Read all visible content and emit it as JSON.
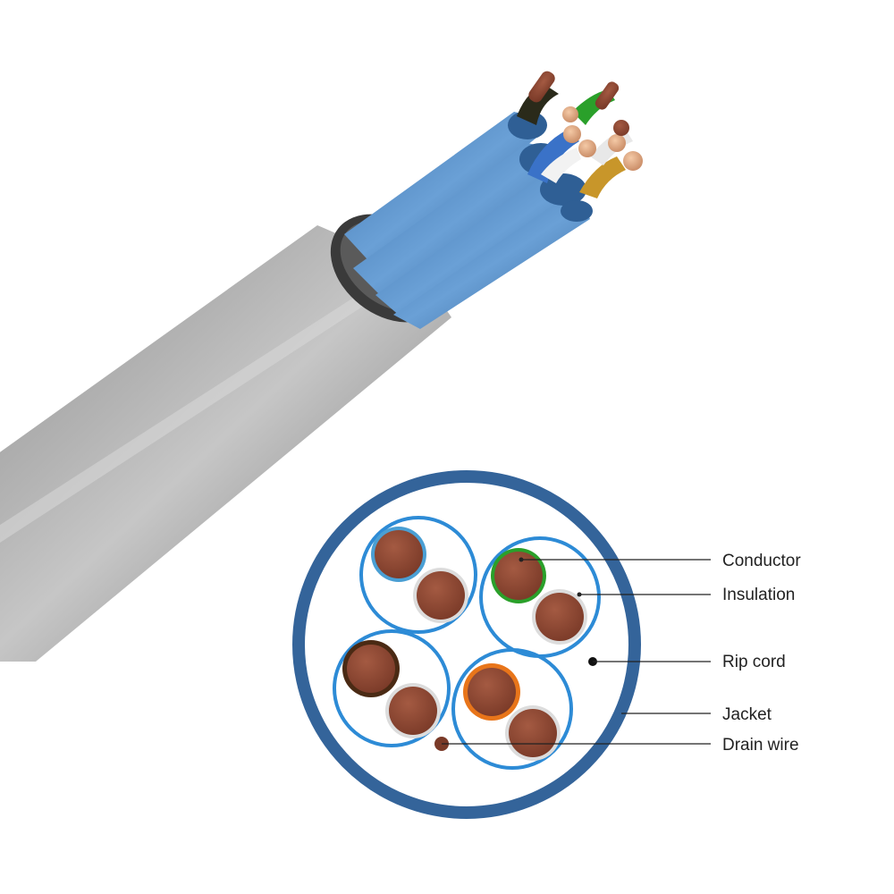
{
  "labels": {
    "conductor": "Conductor",
    "insulation": "Insulation",
    "rip_cord": "Rip cord",
    "jacket": "Jacket",
    "drain_wire": "Drain wire"
  },
  "colors": {
    "cable_jacket_gray": "#a4a4a4",
    "pair_sheath_blue": "#4f86c0",
    "section_jacket_blue": "#34649a",
    "pair_ring_blue": "#2d8bd6",
    "copper": "#8a4a36",
    "blue_stripe": "#4a9fd4",
    "green_stripe": "#2aa02a",
    "brown_stripe": "#4a2a14",
    "orange_stripe": "#e8751a",
    "insulation_white": "#dcdcdc",
    "leader_line": "#222222"
  },
  "icons": {
    "cable": "cable-3d-icon",
    "cross_section": "cable-cross-section-icon"
  }
}
